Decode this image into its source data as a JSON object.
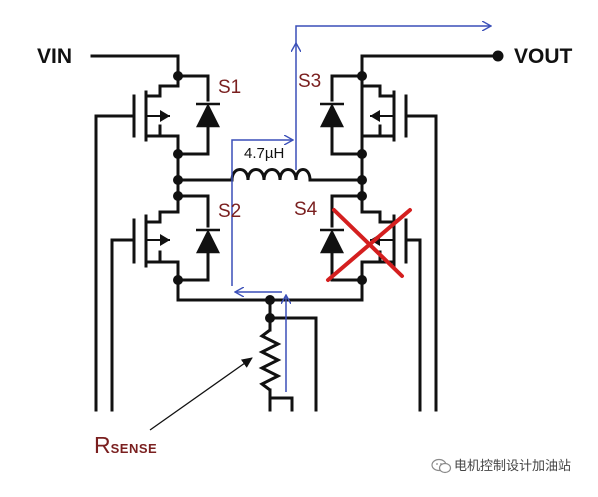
{
  "labels": {
    "vin": "VIN",
    "vout": "VOUT",
    "s1": "S1",
    "s2": "S2",
    "s3": "S3",
    "s4": "S4",
    "inductor": "4.7µH",
    "rsense_main": "R",
    "rsense_sub": "SENSE"
  },
  "watermark": {
    "text": "电机控制设计加油站",
    "icon": "wechat-icon"
  },
  "colors": {
    "wire": "#111111",
    "current_arrow": "#3a4fb8",
    "label_red": "#7a1f1f",
    "disabled_cross": "#d41f1f"
  }
}
